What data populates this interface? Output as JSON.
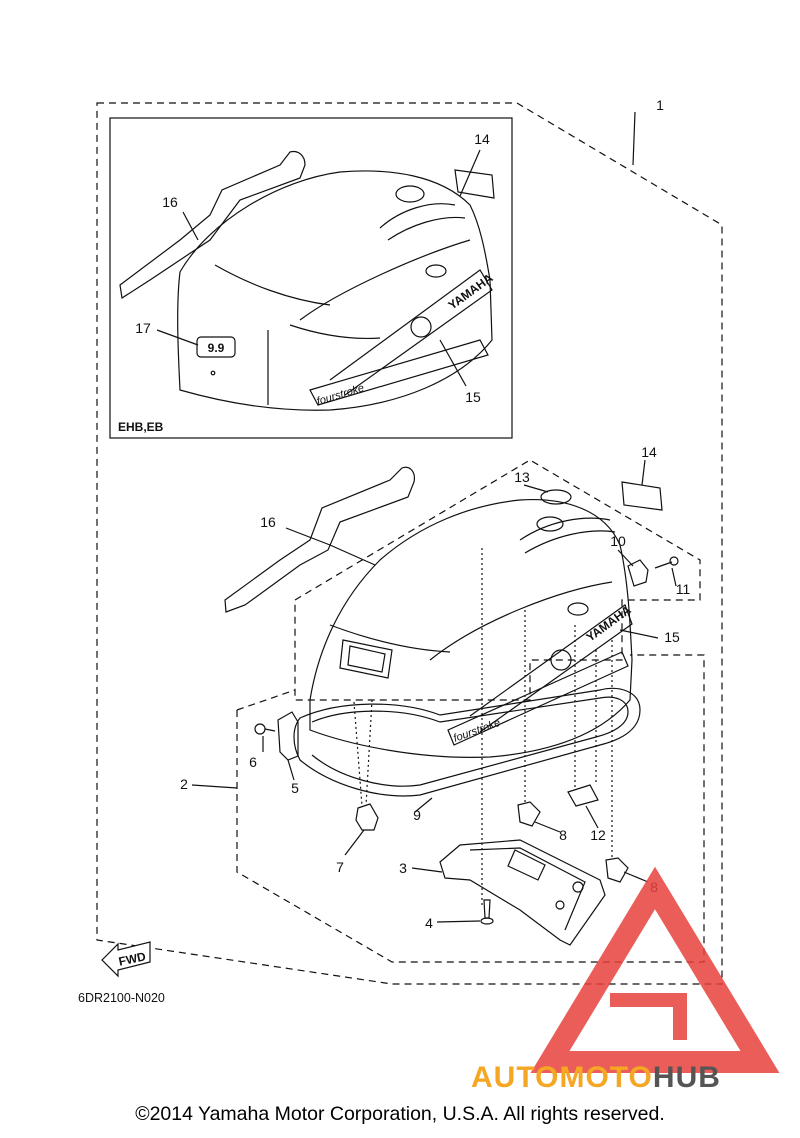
{
  "callouts": {
    "n1": "1",
    "n2": "2",
    "n3": "3",
    "n4": "4",
    "n5": "5",
    "n6": "6",
    "n7": "7",
    "n8a": "8",
    "n8b": "8",
    "n9": "9",
    "n10": "10",
    "n11": "11",
    "n12": "12",
    "n13": "13",
    "n14a": "14",
    "n14b": "14",
    "n15a": "15",
    "n15b": "15",
    "n16a": "16",
    "n16b": "16",
    "n17": "17"
  },
  "inset_label": "EHB,EB",
  "decal_brand": "YAMAHA",
  "decal_script": "fourstroke",
  "badge_text": "9.9",
  "fwd_label": "FWD",
  "drawing_code": "6DR2100-N020",
  "watermark": {
    "brand": "AUTOMOTOHUB",
    "part_a": "AUTO",
    "part_b": "MOTO",
    "part_c": "HUB"
  },
  "copyright": "©2014 Yamaha Motor Corporation, U.S.A. All rights reserved.",
  "colors": {
    "line": "#111111",
    "watermark_red": "#e8413c",
    "watermark_orange": "#f5a623",
    "watermark_gray": "#555555"
  }
}
